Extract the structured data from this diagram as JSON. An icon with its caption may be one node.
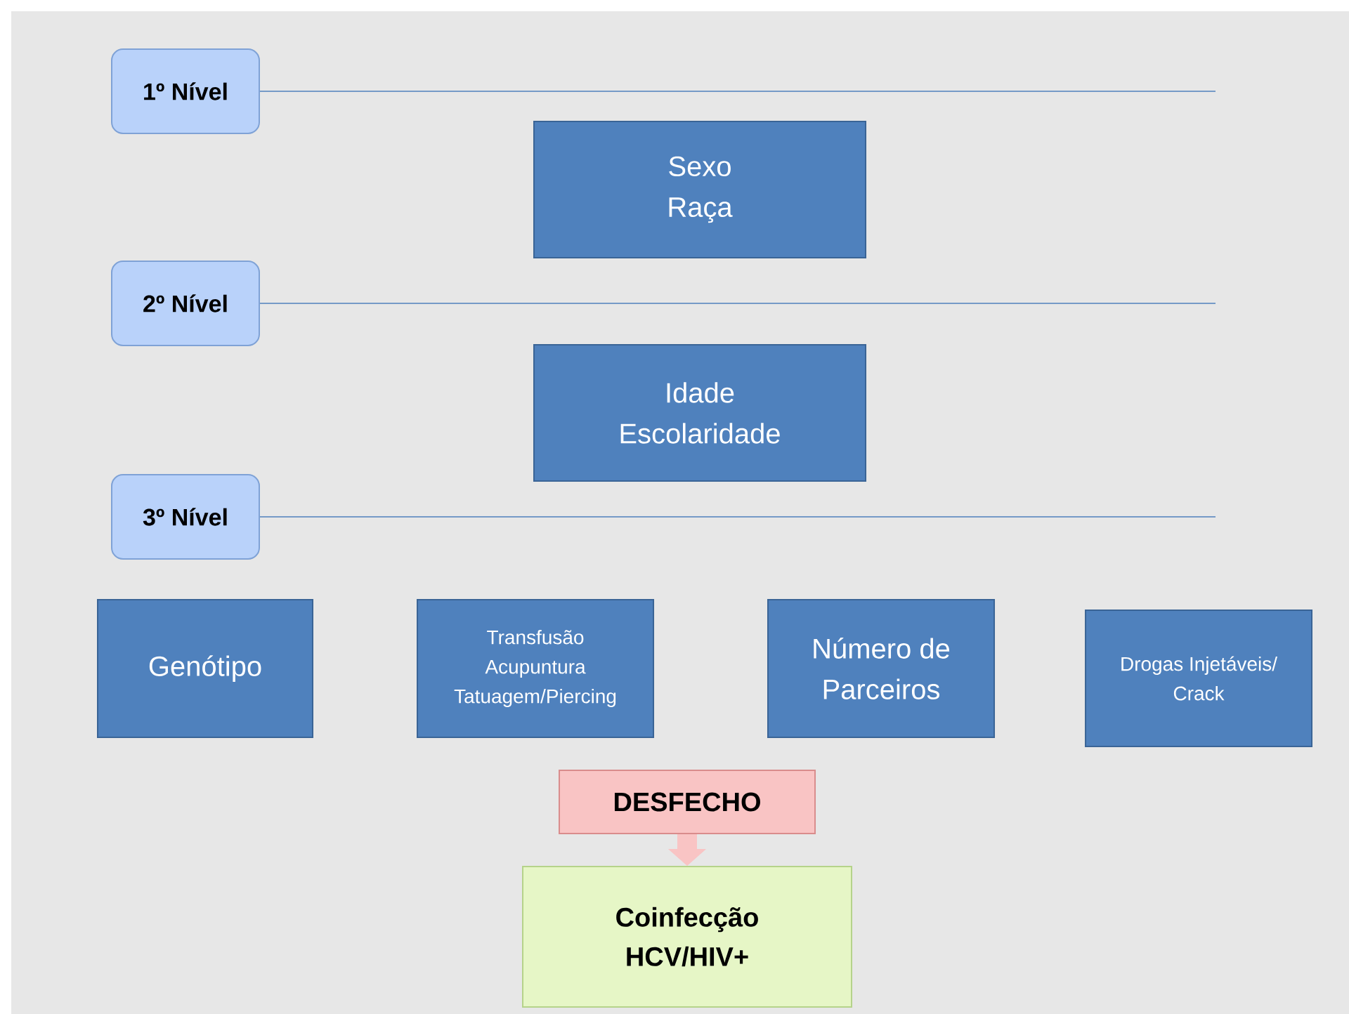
{
  "diagram": {
    "nodes": [
      {
        "text": [
          "1º Nível"
        ]
      },
      {
        "text": [
          "Sexo",
          "Raça"
        ]
      },
      {
        "text": [
          "2º Nível"
        ]
      },
      {
        "text": [
          "Idade",
          "Escolaridade"
        ]
      },
      {
        "text": [
          "3º Nível"
        ]
      },
      {
        "text": [
          "Genótipo"
        ]
      },
      {
        "text": [
          "Transfusão",
          "Acupuntura",
          "Tatuagem/Piercing"
        ]
      },
      {
        "text": [
          "Número de",
          "Parceiros"
        ]
      },
      {
        "text": [
          "Drogas Injetáveis/",
          "Crack"
        ]
      },
      {
        "text": [
          "DESFECHO"
        ]
      },
      {
        "text": [
          "Coinfecção",
          "HCV/HIV+"
        ]
      }
    ],
    "edges": [
      {
        "from": 9,
        "to": 10,
        "arrow": "to"
      }
    ]
  }
}
